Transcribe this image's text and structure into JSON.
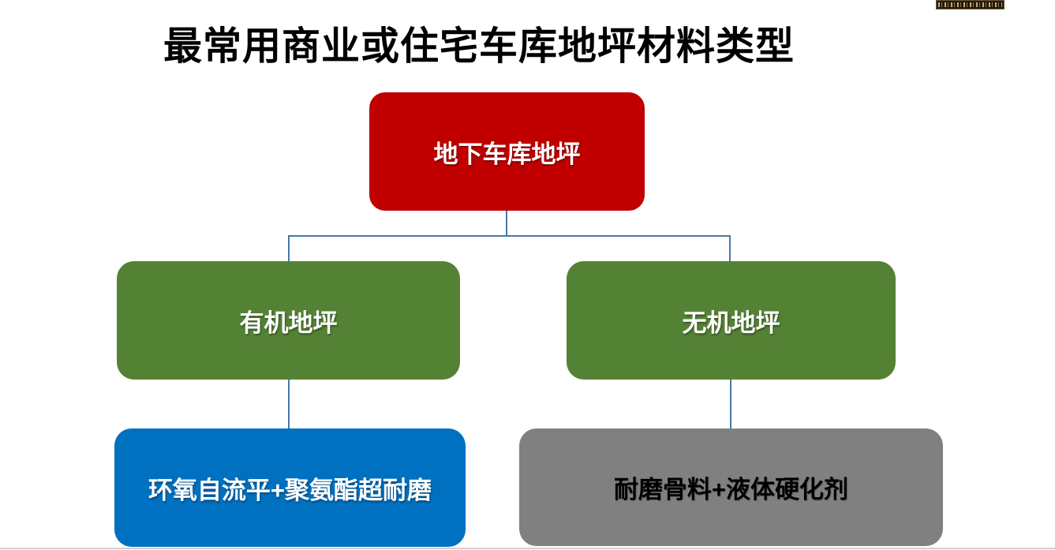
{
  "title": "最常用商业或住宅车库地坪材料类型",
  "diagram": {
    "connector_color": "#4878a8",
    "nodes": {
      "root": {
        "label": "地下车库地坪",
        "color": "#c00000",
        "text_color": "#ffffff"
      },
      "organic": {
        "label": "有机地坪",
        "color": "#548235",
        "text_color": "#ffffff",
        "child": {
          "label": "环氧自流平+聚氨酯超耐磨",
          "color": "#0070c0",
          "text_color": "#ffffff"
        }
      },
      "inorganic": {
        "label": "无机地坪",
        "color": "#548235",
        "text_color": "#ffffff",
        "child": {
          "label": "耐磨骨料+液体硬化剂",
          "color": "#808080",
          "text_color": "#000000"
        }
      }
    }
  },
  "footer": {
    "rule_color": "#cfcfcf"
  }
}
